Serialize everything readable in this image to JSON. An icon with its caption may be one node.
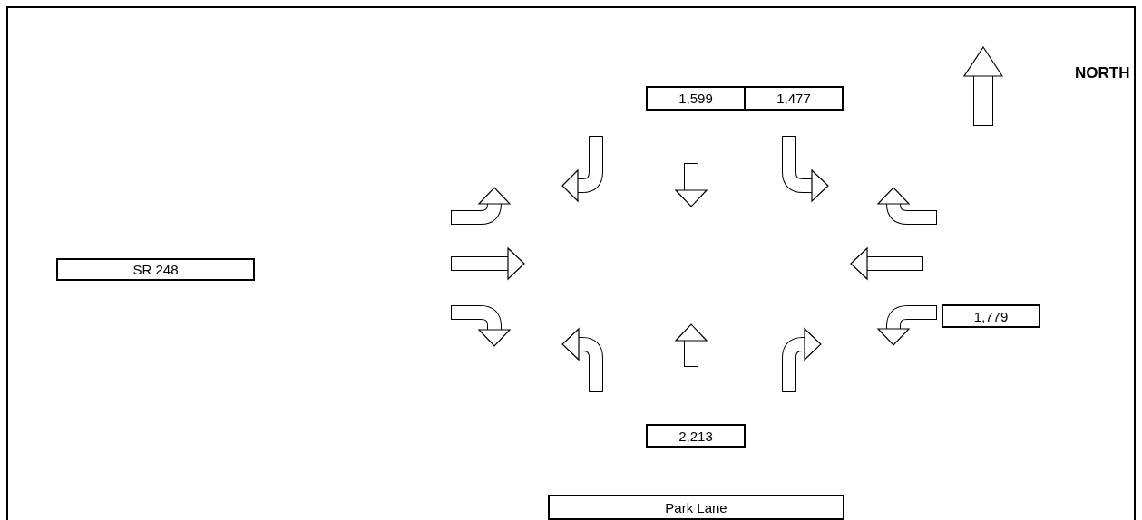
{
  "diagram": {
    "nodes": [
      {
        "text": [
          "1,599"
        ]
      },
      {
        "text": [
          "1,477"
        ]
      },
      {
        "text": [
          "SR 248"
        ]
      },
      {
        "text": [
          "1,779"
        ]
      },
      {
        "text": [
          "2,213"
        ]
      },
      {
        "text": [
          "Park Lane"
        ]
      }
    ],
    "labels": [
      "NORTH"
    ]
  }
}
